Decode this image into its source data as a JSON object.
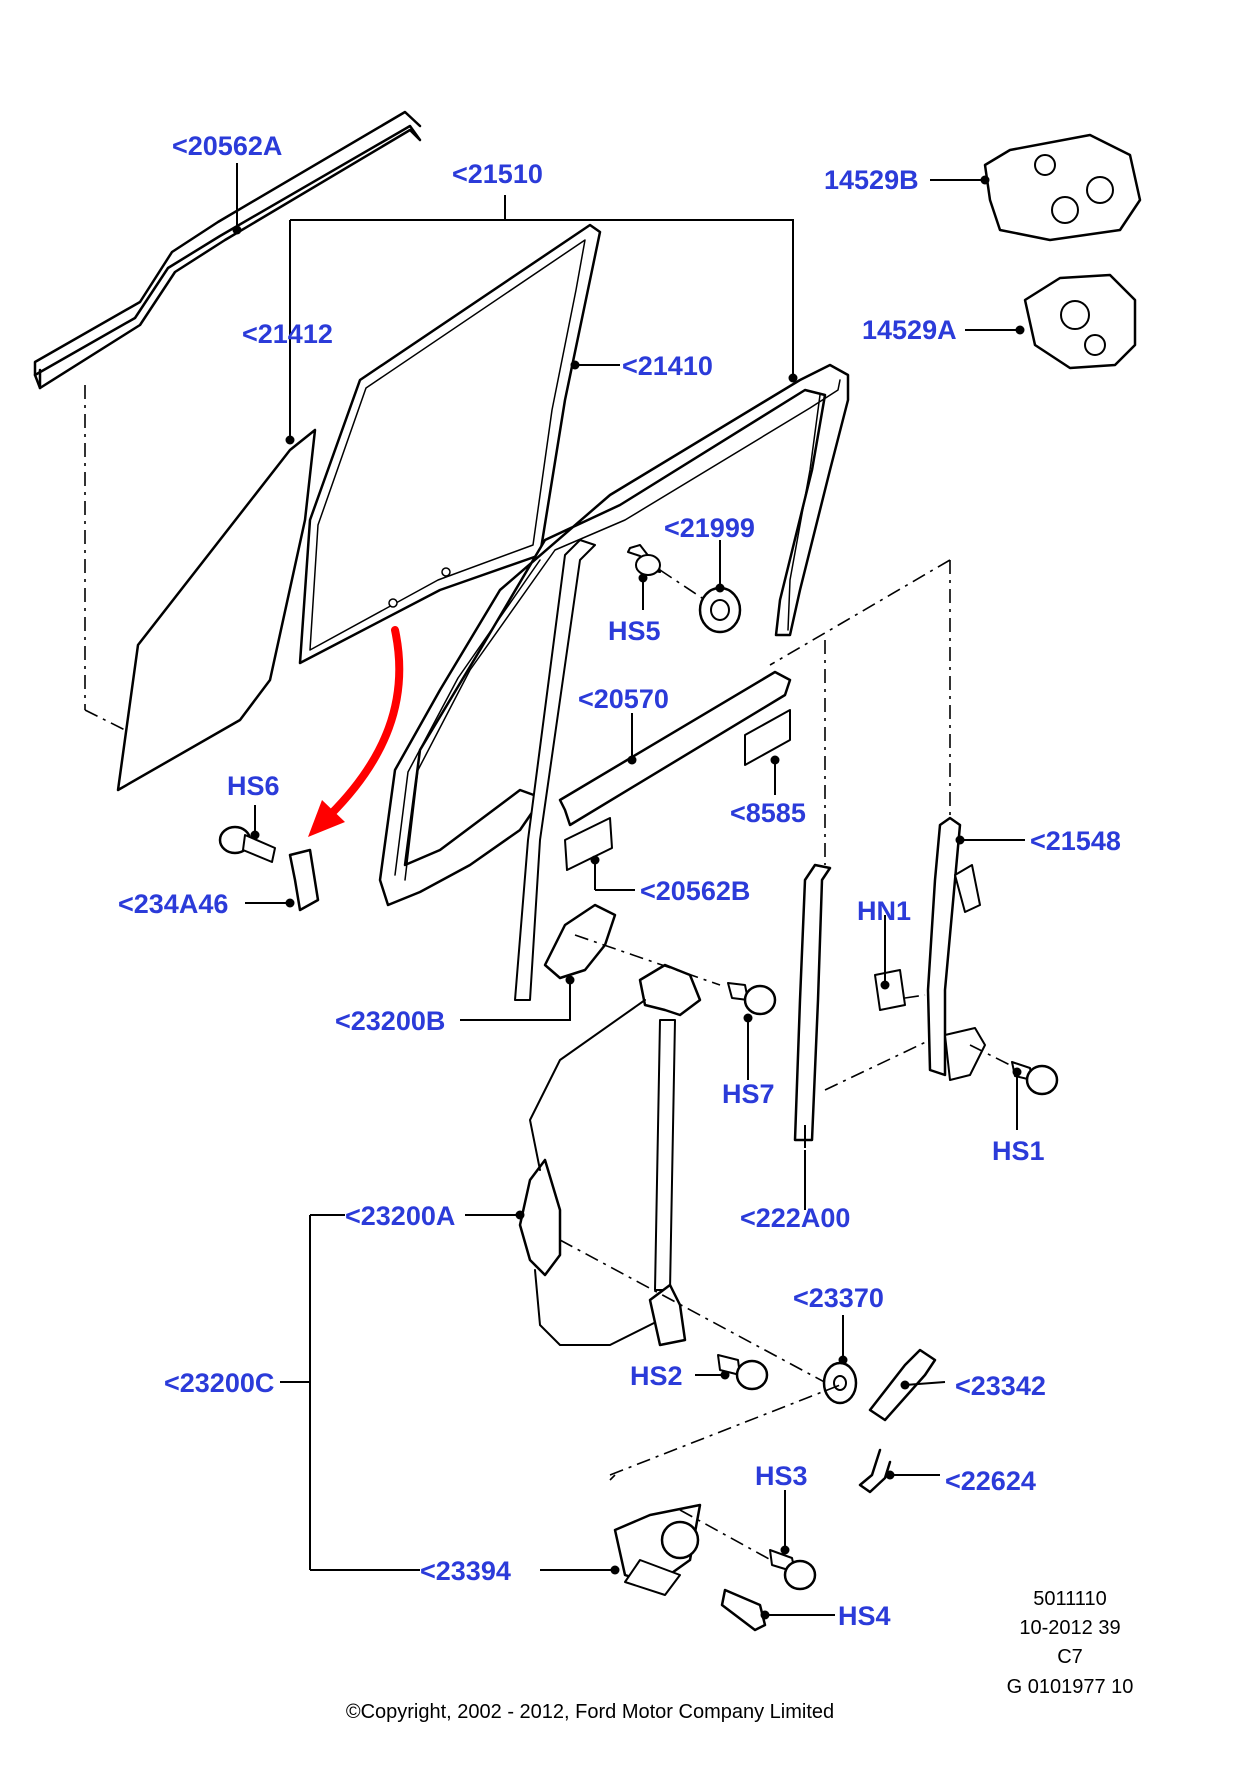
{
  "callouts": {
    "c20562A": "<20562A",
    "c21510": "<21510",
    "c14529B": "14529B",
    "c21412": "<21412",
    "c21410": "<21410",
    "c14529A": "14529A",
    "c21999": "<21999",
    "cHS5": "HS5",
    "c20570": "<20570",
    "cHS6": "HS6",
    "c8585": "<8585",
    "c21548": "<21548",
    "c234A46": "<234A46",
    "c20562B": "<20562B",
    "cHN1": "HN1",
    "c23200B": "<23200B",
    "cHS7": "HS7",
    "cHS1": "HS1",
    "c23200A": "<23200A",
    "c222A00": "<222A00",
    "c23370": "<23370",
    "c23200C": "<23200C",
    "cHS2": "HS2",
    "c23342": "<23342",
    "c22624": "<22624",
    "cHS3": "HS3",
    "c23394": "<23394",
    "cHS4": "HS4"
  },
  "info_block": [
    "5011110",
    "10-2012 39",
    "C7",
    "G 0101977 10"
  ],
  "copyright": "©Copyright, 2002 - 2012, Ford Motor Company Limited",
  "colors": {
    "callout": "#2b3bd9",
    "arrow": "#ff0000",
    "line": "#000000"
  }
}
